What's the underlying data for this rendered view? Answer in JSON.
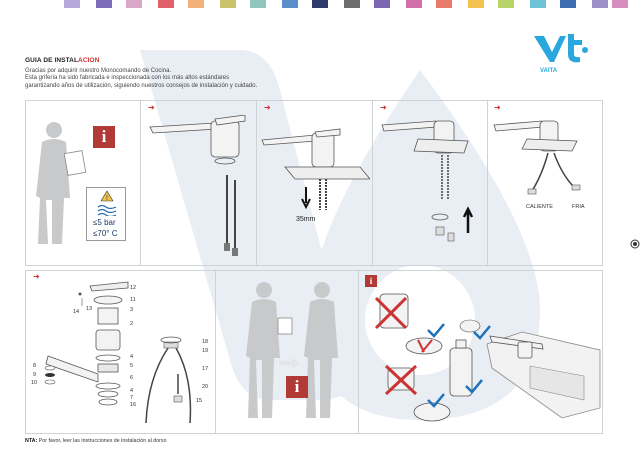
{
  "header": {
    "swatch_colors": [
      "#b7a7d9",
      "#7c6db8",
      "#d9a7c7",
      "#e0606b",
      "#f0b27a",
      "#c9c36b",
      "#8fc6c0",
      "#5a8fc9",
      "#2e3a6b",
      "#6c6c6c",
      "#7d65b3",
      "#d16fa8",
      "#e87a6a",
      "#f2c14e",
      "#b9d36b",
      "#6fc3d9",
      "#3c6db0",
      "#9b8fc7",
      "#d78cbf"
    ],
    "title_main": "GUIA DE INSTAL",
    "title_accent": "ACION",
    "intro_line1": "Gracias por adquirir nuestro Monocomando de Cocina.",
    "intro_line2": "Esta grifería ha sido fabricada e inspeccionada con los más altos estándares",
    "intro_line3": "garantizando años de utilización, siguiendo nuestros consejos de instalación y cuidado."
  },
  "brand": {
    "logo_text": "VAITA",
    "logo_color": "#2aa7dc",
    "accent_color": "#d0312d",
    "watermark_color": "#e7ecf3"
  },
  "info_icon_letter": "i",
  "warning": {
    "pressure": "≤5 bar",
    "temperature": "≤70° C"
  },
  "steps": {
    "measure_label": "35mm",
    "hot_label": "CALIENTE",
    "cold_label": "FRIA"
  },
  "parts_left": [
    "12",
    "11",
    "3",
    "2",
    "4",
    "5",
    "6",
    "4",
    "7",
    "16"
  ],
  "parts_far_left": [
    "14",
    "13"
  ],
  "parts_side": [
    "8",
    "9",
    "10"
  ],
  "parts_right": [
    "18",
    "19",
    "17",
    "20",
    "15"
  ],
  "footer": {
    "note_bold": "NTA:",
    "note_text": " Por favor, leer las instrucciones de instalación al dorso"
  }
}
